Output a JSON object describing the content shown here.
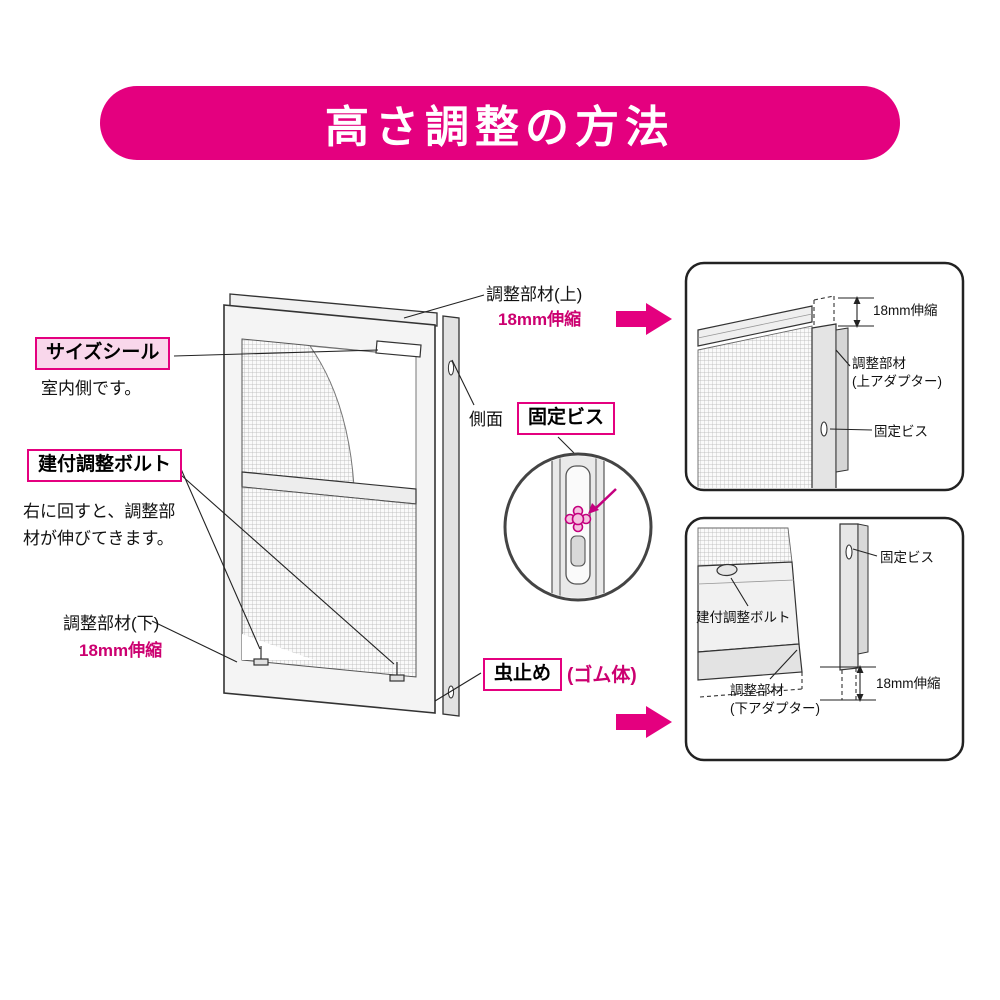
{
  "banner": {
    "title": "高さ調整の方法"
  },
  "main_labels": {
    "adjuster_top": {
      "name": "調整部材(上)",
      "dim": "18mm伸縮"
    },
    "size_seal": {
      "title": "サイズシール",
      "desc": "室内側です。"
    },
    "side_face": "側面",
    "fixing_screw": "固定ビス",
    "fitting_bolt": {
      "title": "建付調整ボルト",
      "desc_line1": "右に回すと、調整部",
      "desc_line2": "材が伸びてきます。"
    },
    "adjuster_bottom": {
      "name": "調整部材(下)",
      "dim": "18mm伸縮"
    },
    "bug_stopper": {
      "title": "虫止め",
      "suffix": "(ゴム体)"
    }
  },
  "panel_top": {
    "dim": "18mm伸縮",
    "adjuster_line1": "調整部材",
    "adjuster_line2": "(上アダプター)",
    "screw": "固定ビス"
  },
  "panel_bottom": {
    "screw": "固定ビス",
    "bolt": "建付調整ボルト",
    "adjuster_line1": "調整部材",
    "adjuster_line2": "(下アダプター)",
    "dim": "18mm伸縮"
  },
  "colors": {
    "banner_pink": "#E4007F",
    "magenta_text": "#CC0070"
  }
}
